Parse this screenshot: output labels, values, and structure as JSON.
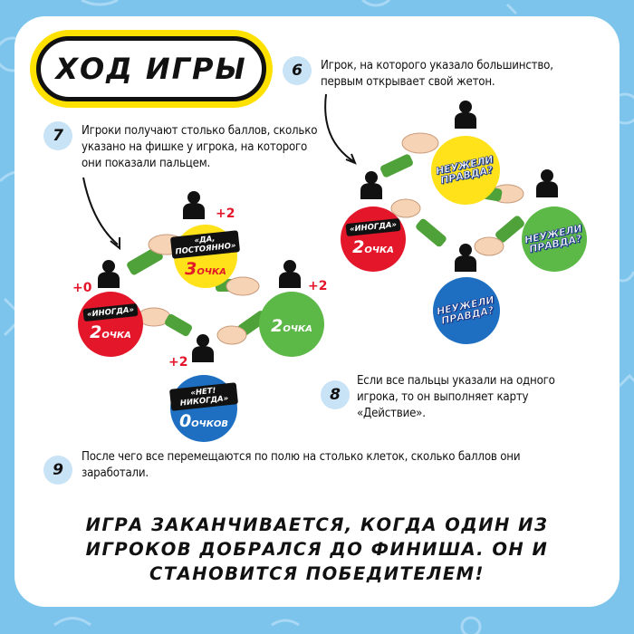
{
  "title": "ХОД ИГРЫ",
  "steps": {
    "s6": {
      "num": "6",
      "text": "Игрок, на которого указало большинство, первым открывает свой жетон."
    },
    "s7": {
      "num": "7",
      "text": "Игроки получают столько баллов, сколько указано на фишке у игрока, на которого они показали пальцем."
    },
    "s8": {
      "num": "8",
      "text": "Если все пальцы указали на одного игрока, то он выполняет карту «Действие»."
    },
    "s9": {
      "num": "9",
      "text": "После чего все перемещаются по полю на столько клеток, сколько баллов они заработали."
    }
  },
  "final": "ИГРА ЗАКАНЧИВАЕТСЯ, КОГДА ОДИН ИЗ ИГРОКОВ ДОБРАЛСЯ ДО ФИНИША. ОН И СТАНОВИТСЯ ПОБЕДИТЕЛЕМ!",
  "left_diagram": {
    "top": {
      "label": "«ДА, ПОСТОЯННО»",
      "num": "3",
      "unit": "ОЧКА",
      "bonus": "+2",
      "color": "#ffe21a"
    },
    "left": {
      "label": "«ИНОГДА»",
      "num": "2",
      "unit": "ОЧКА",
      "bonus": "+0",
      "color": "#e3162a"
    },
    "right": {
      "label": "",
      "num": "2",
      "unit": "ОЧКА",
      "bonus": "+2",
      "color": "#5cb847"
    },
    "bottom": {
      "label": "«НЕТ! НИКОГДА»",
      "num": "0",
      "unit": "ОЧКОВ",
      "bonus": "+2",
      "color": "#1e6fc2"
    }
  },
  "right_diagram": {
    "left": {
      "label": "«ИНОГДА»",
      "num": "2",
      "unit": "ОЧКА",
      "color": "#e3162a"
    },
    "top": {
      "text": "НЕУЖЕЛИ ПРАВДА?",
      "color": "#ffe21a"
    },
    "right": {
      "text": "НЕУЖЕЛИ ПРАВДА?",
      "color": "#5cb847"
    },
    "bottom": {
      "text": "НЕУЖЕЛИ ПРАВДА?",
      "color": "#1e6fc2"
    }
  },
  "icons": [
    "person-icon",
    "hand-icon",
    "arrow-icon"
  ]
}
